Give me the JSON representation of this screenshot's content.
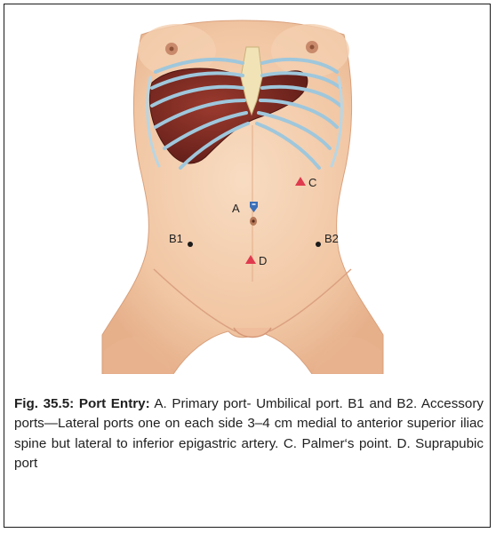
{
  "figure": {
    "port_labels": {
      "a": "A",
      "b1": "B1",
      "b2": "B2",
      "c": "C",
      "d": "D"
    },
    "colors": {
      "skin": "#f3c8a6",
      "liver": "#7a2a22",
      "ribs": "#9fc7dc",
      "port_marker": "#e03a4e",
      "trocar": "#3b6fb6"
    }
  },
  "caption": {
    "fig_number": "Fig. 35.5:",
    "heading": "Port Entry:",
    "body": " A. Primary port- Umbilical port. B1 and B2. Accessory ports—Lateral ports one on each side 3–4 cm medial to anterior superior iliac spine but lateral to inferior epigastric artery. C. Palmer‘s point. D. Suprapubic port"
  }
}
